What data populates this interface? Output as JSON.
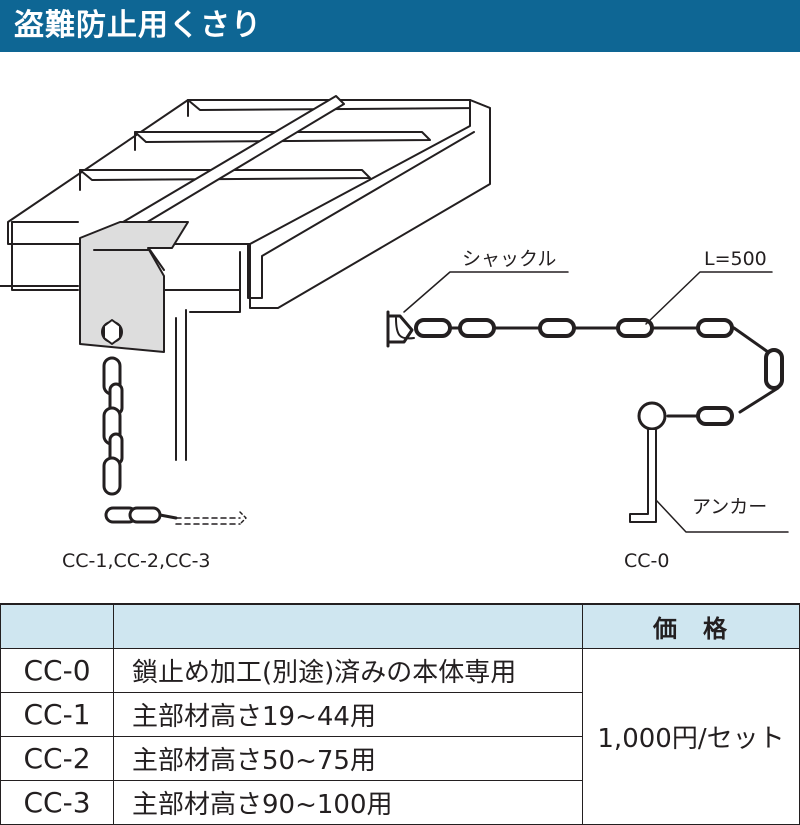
{
  "title": "盗難防止用くさり",
  "illustration": {
    "left_caption": "CC-1,CC-2,CC-3",
    "right_caption": "CC-0",
    "label_shackle": "シャックル",
    "label_length": "L=500",
    "label_anchor": "アンカー"
  },
  "table": {
    "price_header": "価格",
    "rows": [
      {
        "code": "CC-0",
        "description": "鎖止め加工(別途)済みの本体専用"
      },
      {
        "code": "CC-1",
        "description": "主部材高さ19~44用"
      },
      {
        "code": "CC-2",
        "description": "主部材高さ50~75用"
      },
      {
        "code": "CC-3",
        "description": "主部材高さ90~100用"
      }
    ],
    "price": "1,000円/セット"
  }
}
